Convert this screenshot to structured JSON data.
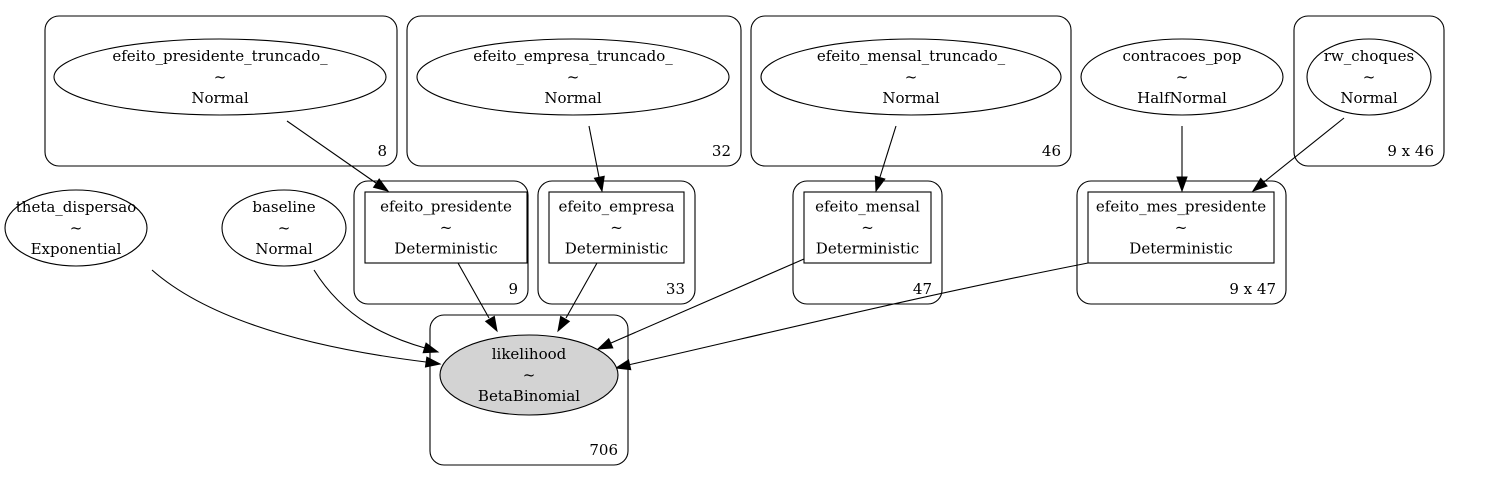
{
  "nodes": [
    {
      "id": "efeito_presidente_truncado_",
      "name": "efeito_presidente_truncado_",
      "tilde": "~",
      "dist": "Normal",
      "shape": "ellipse",
      "observed": false
    },
    {
      "id": "efeito_empresa_truncado_",
      "name": "efeito_empresa_truncado_",
      "tilde": "~",
      "dist": "Normal",
      "shape": "ellipse",
      "observed": false
    },
    {
      "id": "efeito_mensal_truncado_",
      "name": "efeito_mensal_truncado_",
      "tilde": "~",
      "dist": "Normal",
      "shape": "ellipse",
      "observed": false
    },
    {
      "id": "contracoes_pop",
      "name": "contracoes_pop",
      "tilde": "~",
      "dist": "HalfNormal",
      "shape": "ellipse",
      "observed": false
    },
    {
      "id": "rw_choques",
      "name": "rw_choques",
      "tilde": "~",
      "dist": "Normal",
      "shape": "ellipse",
      "observed": false
    },
    {
      "id": "theta_dispersao",
      "name": "theta_dispersao",
      "tilde": "~",
      "dist": "Exponential",
      "shape": "ellipse",
      "observed": false
    },
    {
      "id": "baseline",
      "name": "baseline",
      "tilde": "~",
      "dist": "Normal",
      "shape": "ellipse",
      "observed": false
    },
    {
      "id": "efeito_presidente",
      "name": "efeito_presidente",
      "tilde": "~",
      "dist": "Deterministic",
      "shape": "box",
      "observed": false
    },
    {
      "id": "efeito_empresa",
      "name": "efeito_empresa",
      "tilde": "~",
      "dist": "Deterministic",
      "shape": "box",
      "observed": false
    },
    {
      "id": "efeito_mensal",
      "name": "efeito_mensal",
      "tilde": "~",
      "dist": "Deterministic",
      "shape": "box",
      "observed": false
    },
    {
      "id": "efeito_mes_presidente",
      "name": "efeito_mes_presidente",
      "tilde": "~",
      "dist": "Deterministic",
      "shape": "box",
      "observed": false
    },
    {
      "id": "likelihood",
      "name": "likelihood",
      "tilde": "~",
      "dist": "BetaBinomial",
      "shape": "ellipse",
      "observed": true
    }
  ],
  "plates": [
    {
      "id": "plate_8",
      "label": "8"
    },
    {
      "id": "plate_32",
      "label": "32"
    },
    {
      "id": "plate_46",
      "label": "46"
    },
    {
      "id": "plate_9x46",
      "label": "9 x 46"
    },
    {
      "id": "plate_9",
      "label": "9"
    },
    {
      "id": "plate_33",
      "label": "33"
    },
    {
      "id": "plate_47",
      "label": "47"
    },
    {
      "id": "plate_9x47",
      "label": "9 x 47"
    },
    {
      "id": "plate_706",
      "label": "706"
    }
  ],
  "edges": [
    {
      "from": "efeito_presidente_truncado_",
      "to": "efeito_presidente"
    },
    {
      "from": "efeito_empresa_truncado_",
      "to": "efeito_empresa"
    },
    {
      "from": "efeito_mensal_truncado_",
      "to": "efeito_mensal"
    },
    {
      "from": "contracoes_pop",
      "to": "efeito_mes_presidente"
    },
    {
      "from": "rw_choques",
      "to": "efeito_mes_presidente"
    },
    {
      "from": "theta_dispersao",
      "to": "likelihood"
    },
    {
      "from": "baseline",
      "to": "likelihood"
    },
    {
      "from": "efeito_presidente",
      "to": "likelihood"
    },
    {
      "from": "efeito_empresa",
      "to": "likelihood"
    },
    {
      "from": "efeito_mensal",
      "to": "likelihood"
    },
    {
      "from": "efeito_mes_presidente",
      "to": "likelihood"
    }
  ],
  "colors": {
    "observed_fill": "#d3d3d3",
    "stroke": "#000000",
    "background": "#ffffff"
  }
}
